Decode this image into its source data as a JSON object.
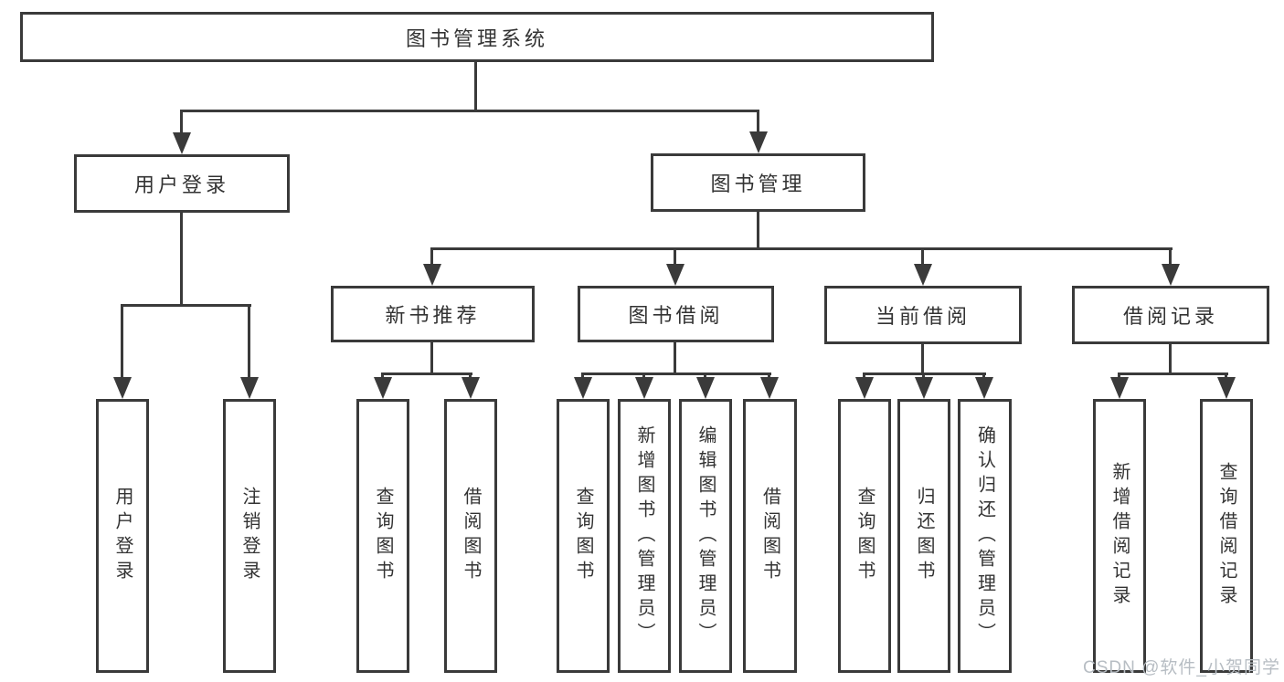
{
  "diagram": {
    "type": "hierarchy-tree",
    "root": {
      "label": "图书管理系统"
    },
    "level1": [
      {
        "label": "用户登录",
        "children": [
          {
            "label": "用户登录"
          },
          {
            "label": "注销登录"
          }
        ]
      },
      {
        "label": "图书管理",
        "children": [
          {
            "label": "新书推荐",
            "children": [
              {
                "label": "查询图书"
              },
              {
                "label": "借阅图书"
              }
            ]
          },
          {
            "label": "图书借阅",
            "children": [
              {
                "label": "查询图书"
              },
              {
                "label": "新增图书（管理员）"
              },
              {
                "label": "编辑图书（管理员）"
              },
              {
                "label": "借阅图书"
              }
            ]
          },
          {
            "label": "当前借阅",
            "children": [
              {
                "label": "查询图书"
              },
              {
                "label": "归还图书"
              },
              {
                "label": "确认归还（管理员）"
              }
            ]
          },
          {
            "label": "借阅记录",
            "children": [
              {
                "label": "新增借阅记录"
              },
              {
                "label": "查询借阅记录"
              }
            ]
          }
        ]
      }
    ]
  },
  "watermark": {
    "text": "CSDN @软件_小贺同学"
  },
  "colors": {
    "line": "#3a3a3a",
    "text": "#333333",
    "watermark": "#b7bdc3",
    "background": "#ffffff"
  }
}
